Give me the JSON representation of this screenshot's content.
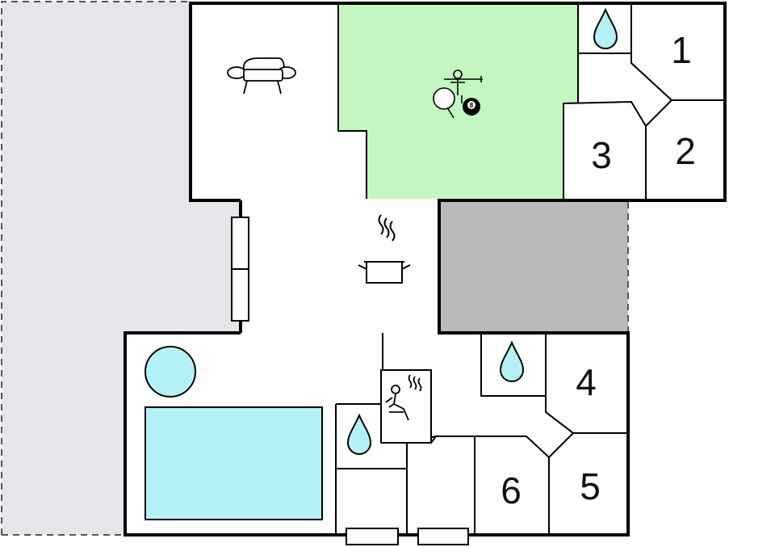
{
  "colors": {
    "terrace": "#e5e5ea",
    "game_room": "#c3f7bf",
    "garage": "#b9b9b9",
    "water": "#b4f1f4",
    "wall": "#000000",
    "background": "#ffffff"
  },
  "rooms": {
    "bedroom_1": "1",
    "bedroom_2": "2",
    "bedroom_3": "3",
    "bedroom_4": "4",
    "bedroom_5": "5",
    "bedroom_6": "6"
  },
  "icons": {
    "living": "sofa-icon",
    "game_room": "table-tennis-icon",
    "billiard": "billiard-ball-icon",
    "foosball": "foosball-icon",
    "kitchen": "cooking-pot-icon",
    "sauna": "sauna-icon",
    "bathroom": "water-drop-icon",
    "pool": "swimming-pool",
    "hot_tub": "hot-tub"
  },
  "billiard_ball_number": "8"
}
